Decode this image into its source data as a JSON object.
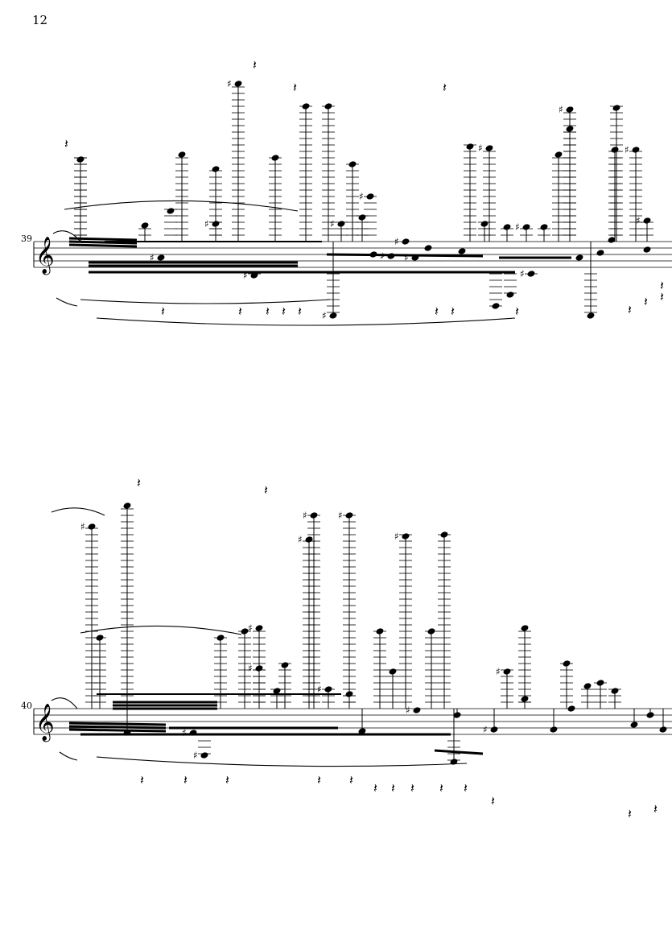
{
  "page": {
    "number": "12"
  },
  "systems": [
    {
      "measure_number": "39"
    },
    {
      "measure_number": "40"
    }
  ]
}
